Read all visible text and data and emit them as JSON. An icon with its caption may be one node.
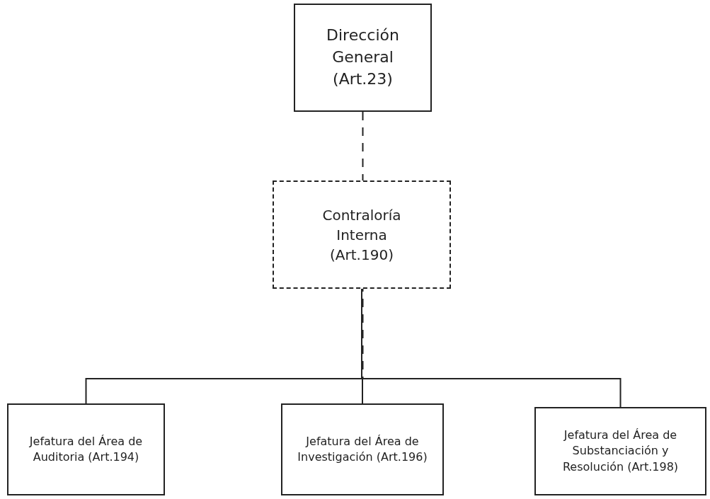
{
  "diagram": {
    "nodes": [
      {
        "text": [
          "Dirección General (Art.23)"
        ]
      },
      {
        "text": [
          "Contraloría Interna (Art.190)"
        ]
      },
      {
        "text": [
          "Jefatura del Área de Auditoria (Art.194)"
        ]
      },
      {
        "text": [
          "Jefatura del Área de Investigación (Art.196)"
        ]
      },
      {
        "text": [
          "Jefatura del Área de Substanciación y Resolución (Art.198)"
        ]
      }
    ],
    "edges": [
      {
        "from": 0,
        "to": 1,
        "arrow": "none",
        "style": "dashed"
      },
      {
        "from": 1,
        "to": 2,
        "arrow": "none"
      },
      {
        "from": 1,
        "to": 3,
        "arrow": "none"
      },
      {
        "from": 1,
        "to": 4,
        "arrow": "none"
      }
    ]
  }
}
